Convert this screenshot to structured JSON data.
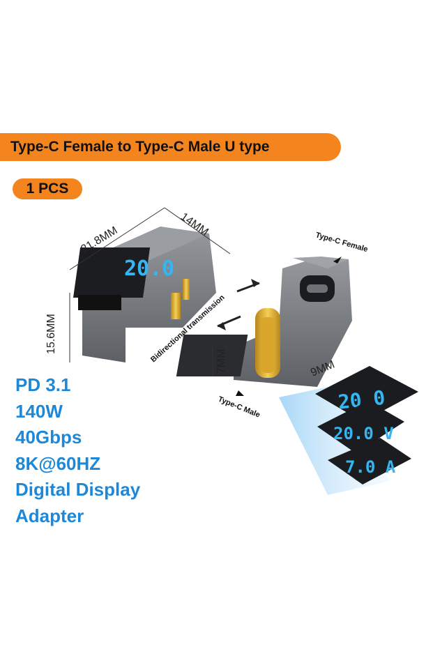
{
  "banner_title": "Type-C Female to Type-C Male U type",
  "quantity_badge": "1 PCS",
  "dimensions": {
    "width": "21.8MM",
    "depth": "14MM",
    "height": "15.6MM",
    "plug_height": "7MM",
    "plug_width": "9MM"
  },
  "labels": {
    "female": "Type-C Female",
    "male": "Type-C Male",
    "transmission": "Bidirectional transmission"
  },
  "specs": [
    "PD 3.1",
    "140W",
    "40Gbps",
    "8K@60HZ",
    "Digital Display",
    "Adapter"
  ],
  "display_panels": [
    "20.0",
    "20.0 V",
    "7.0 A"
  ],
  "colors": {
    "accent_orange": "#f4841e",
    "spec_blue": "#1e88d8",
    "display_cyan": "#35b6f2",
    "connector_gold": "#e8b42a"
  }
}
